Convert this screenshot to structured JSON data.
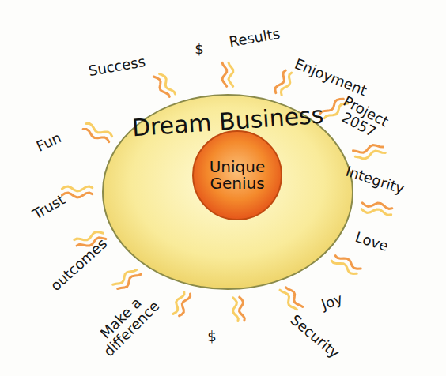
{
  "diagram": {
    "nodes": [
      {
        "text": [
          "Dream Business"
        ]
      },
      {
        "text": [
          "Unique Genius"
        ],
        "in": 0
      }
    ],
    "labels": [
      "Success",
      "$",
      "Results",
      "Enjoyment",
      "Project 2057",
      "Integrity",
      "Love",
      "Joy",
      "Security",
      "$",
      "Make a difference",
      "outcomes",
      "Trust",
      "Fun"
    ]
  }
}
